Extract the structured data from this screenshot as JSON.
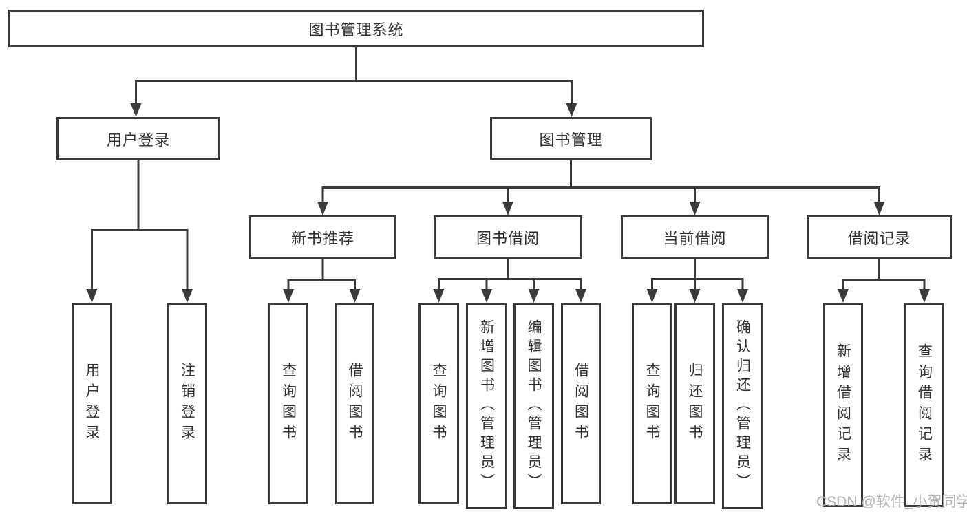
{
  "diagram": {
    "type": "tree",
    "title": "图书管理系统",
    "line_color": "#3a3a3a",
    "box_border_color": "#3a3a3a",
    "text_color": "#333333",
    "background_color": "#ffffff"
  },
  "tree": {
    "root": {
      "label": "图书管理系统",
      "children": [
        {
          "label": "用户登录",
          "children": [
            {
              "label": "用户登录"
            },
            {
              "label": "注销登录"
            }
          ]
        },
        {
          "label": "图书管理",
          "children": [
            {
              "label": "新书推荐",
              "children": [
                {
                  "label": "查询图书"
                },
                {
                  "label": "借阅图书"
                }
              ]
            },
            {
              "label": "图书借阅",
              "children": [
                {
                  "label": "查询图书"
                },
                {
                  "label": "新增图书（管理员）"
                },
                {
                  "label": "编辑图书（管理员）"
                },
                {
                  "label": "借阅图书"
                }
              ]
            },
            {
              "label": "当前借阅",
              "children": [
                {
                  "label": "查询图书"
                },
                {
                  "label": "归还图书"
                },
                {
                  "label": "确认归还（管理员）"
                }
              ]
            },
            {
              "label": "借阅记录",
              "children": [
                {
                  "label": "新增借阅记录"
                },
                {
                  "label": "查询借阅记录"
                }
              ]
            }
          ]
        }
      ]
    }
  },
  "watermark": {
    "text": "CSDN @软件_小贺同学",
    "color": "#b3b3b3"
  }
}
